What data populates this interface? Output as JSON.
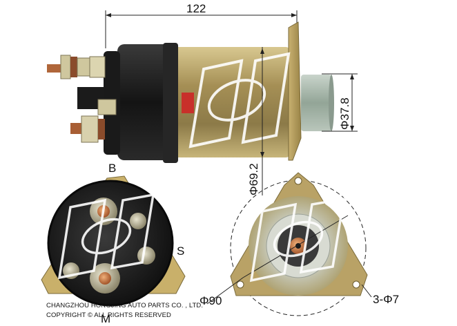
{
  "dimensions": {
    "length": "122",
    "plunger_diameter": "Φ37.8",
    "body_diameter": "Φ69.2",
    "flange_diameter": "Φ90",
    "mount_holes": "3-Φ7"
  },
  "terminals": {
    "b": "B",
    "s": "S",
    "m": "M"
  },
  "footer": {
    "company": "CHANGZHOU HONGJING AUTO PARTS CO. , LTD.",
    "copyright": "COPYRIGHT © ALL RIGHTS RESERVED"
  },
  "colors": {
    "brass_body": "#b8a063",
    "black_cap": "#1c1c1c",
    "plunger": "#9fb0a4",
    "copper_terminal": "#c0703a"
  }
}
